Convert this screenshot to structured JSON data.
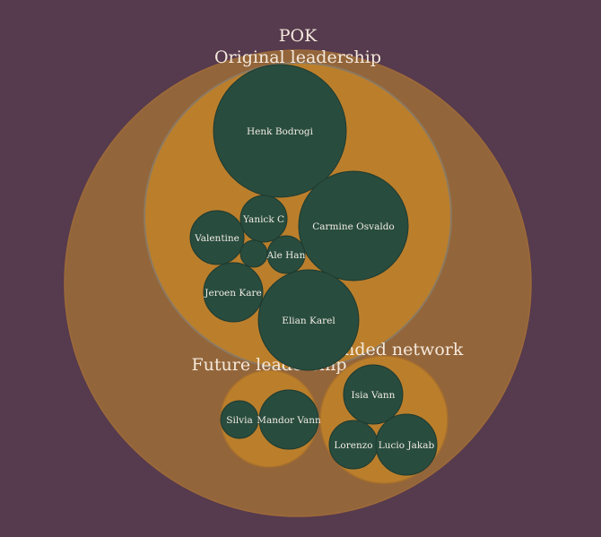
{
  "title": "POK",
  "colors": {
    "background": "#563a4d",
    "outer_fill": "#93653a",
    "outer_stroke": "#9c6a3a",
    "group_fill": "#bb7f2c",
    "group_stroke_original": "#8c7a62",
    "group_stroke": "#a8702c",
    "member_fill": "#284c3e",
    "member_stroke": "#1f3a30",
    "label": "#f1ece4"
  },
  "groups": [
    {
      "name": "Original leadership",
      "members": [
        "Henk Bodrogi",
        "Carmine Osvaldo",
        "Yanick C",
        "Valentine",
        "",
        "Ale Han",
        "Jeroen Kare",
        "Elian Karel"
      ]
    },
    {
      "name": "Future leadership",
      "members": [
        "Silvia",
        "Mandor Vann"
      ]
    },
    {
      "name": "Extended network",
      "members": [
        "Isia Vann",
        "Lorenzo",
        "Lucio Jakab"
      ]
    }
  ]
}
